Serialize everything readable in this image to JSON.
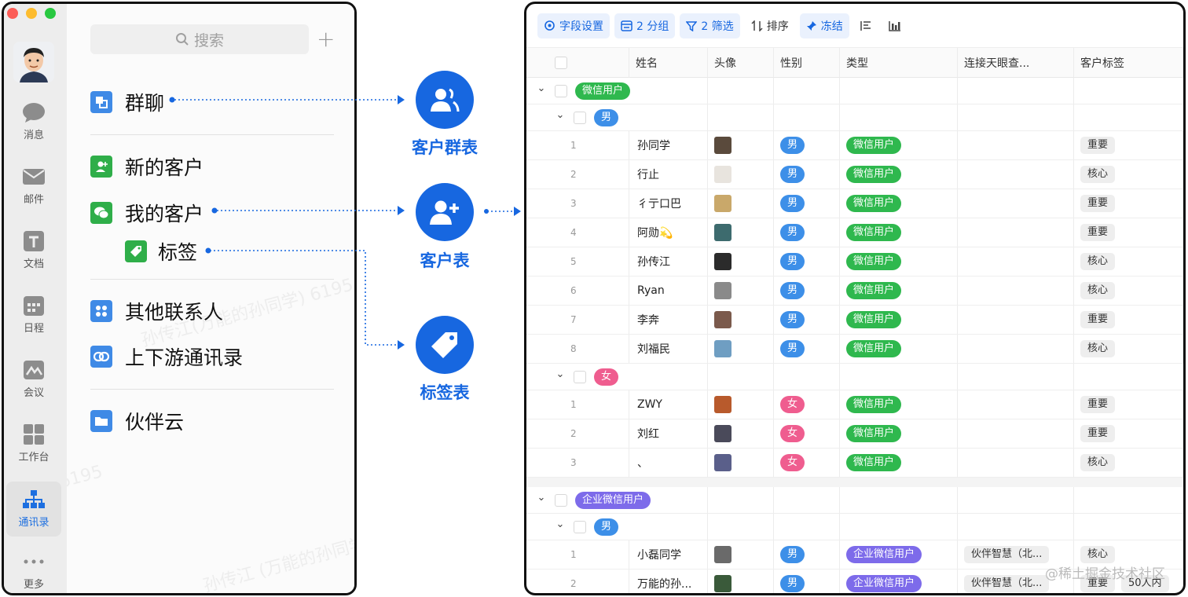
{
  "left_window": {
    "search_placeholder": "搜索",
    "rail": [
      {
        "label": "消息",
        "icon": "chat-bubble-icon"
      },
      {
        "label": "邮件",
        "icon": "mail-icon"
      },
      {
        "label": "文档",
        "icon": "document-icon"
      },
      {
        "label": "日程",
        "icon": "calendar-icon"
      },
      {
        "label": "会议",
        "icon": "meeting-icon"
      },
      {
        "label": "工作台",
        "icon": "workspace-grid-icon"
      },
      {
        "label": "通讯录",
        "icon": "org-chart-icon"
      },
      {
        "label": "更多",
        "icon": "more-dots-icon"
      }
    ],
    "nav": {
      "group_chat": "群聊",
      "new_customers": "新的客户",
      "my_customers": "我的客户",
      "tags": "标签",
      "other_contacts": "其他联系人",
      "supply_chain": "上下游通讯录",
      "partner_cloud": "伙伴云"
    },
    "watermarks": [
      "孙传江(万能的孙同学) 6195",
      "孙传江 (万能的孙同学)",
      "6195"
    ]
  },
  "arrows": {
    "group_table": "客户群表",
    "customer_table": "客户表",
    "tag_table": "标签表"
  },
  "table_window": {
    "toolbar": {
      "field_settings": "字段设置",
      "group": "2 分组",
      "filter": "2 筛选",
      "sort": "排序",
      "freeze": "冻结"
    },
    "columns": [
      "姓名",
      "头像",
      "性别",
      "类型",
      "连接天眼查...",
      "客户标签"
    ],
    "group1": {
      "label": "微信用户",
      "color": "#2fb84e"
    },
    "group2": {
      "label": "企业微信用户",
      "color": "#7d6bea"
    },
    "sub_male": "男",
    "sub_female": "女",
    "male_color": "#3d8fe8",
    "female_color": "#ef5d8f",
    "wx_type": "微信用户",
    "corp_type": "企业微信用户",
    "male_rows": [
      {
        "n": "1",
        "name": "孙同学",
        "gender": "男",
        "tag": "重要"
      },
      {
        "n": "2",
        "name": "行止",
        "gender": "男",
        "tag": "核心"
      },
      {
        "n": "3",
        "name": "彳亍口巴",
        "gender": "男",
        "tag": "重要"
      },
      {
        "n": "4",
        "name": "阿勋💫",
        "gender": "男",
        "tag": "重要"
      },
      {
        "n": "5",
        "name": "孙传江",
        "gender": "男",
        "tag": "核心"
      },
      {
        "n": "6",
        "name": "Ryan",
        "gender": "男",
        "tag": "核心"
      },
      {
        "n": "7",
        "name": "李奔",
        "gender": "男",
        "tag": "重要"
      },
      {
        "n": "8",
        "name": "刘福民",
        "gender": "男",
        "tag": "核心"
      }
    ],
    "female_rows": [
      {
        "n": "1",
        "name": "ZWY",
        "gender": "女",
        "tag": "重要"
      },
      {
        "n": "2",
        "name": "刘红",
        "gender": "女",
        "tag": "重要"
      },
      {
        "n": "3",
        "name": "、",
        "gender": "女",
        "tag": "核心"
      }
    ],
    "corp_rows": [
      {
        "n": "1",
        "name": "小磊同学",
        "gender": "男",
        "company": "伙伴智慧（北...",
        "tag": "核心",
        "tag2": ""
      },
      {
        "n": "2",
        "name": "万能的孙...",
        "gender": "男",
        "company": "伙伴智慧（北...",
        "tag": "重要",
        "tag2": "50人内"
      }
    ]
  },
  "footer_watermark": "@稀土掘金技术社区"
}
